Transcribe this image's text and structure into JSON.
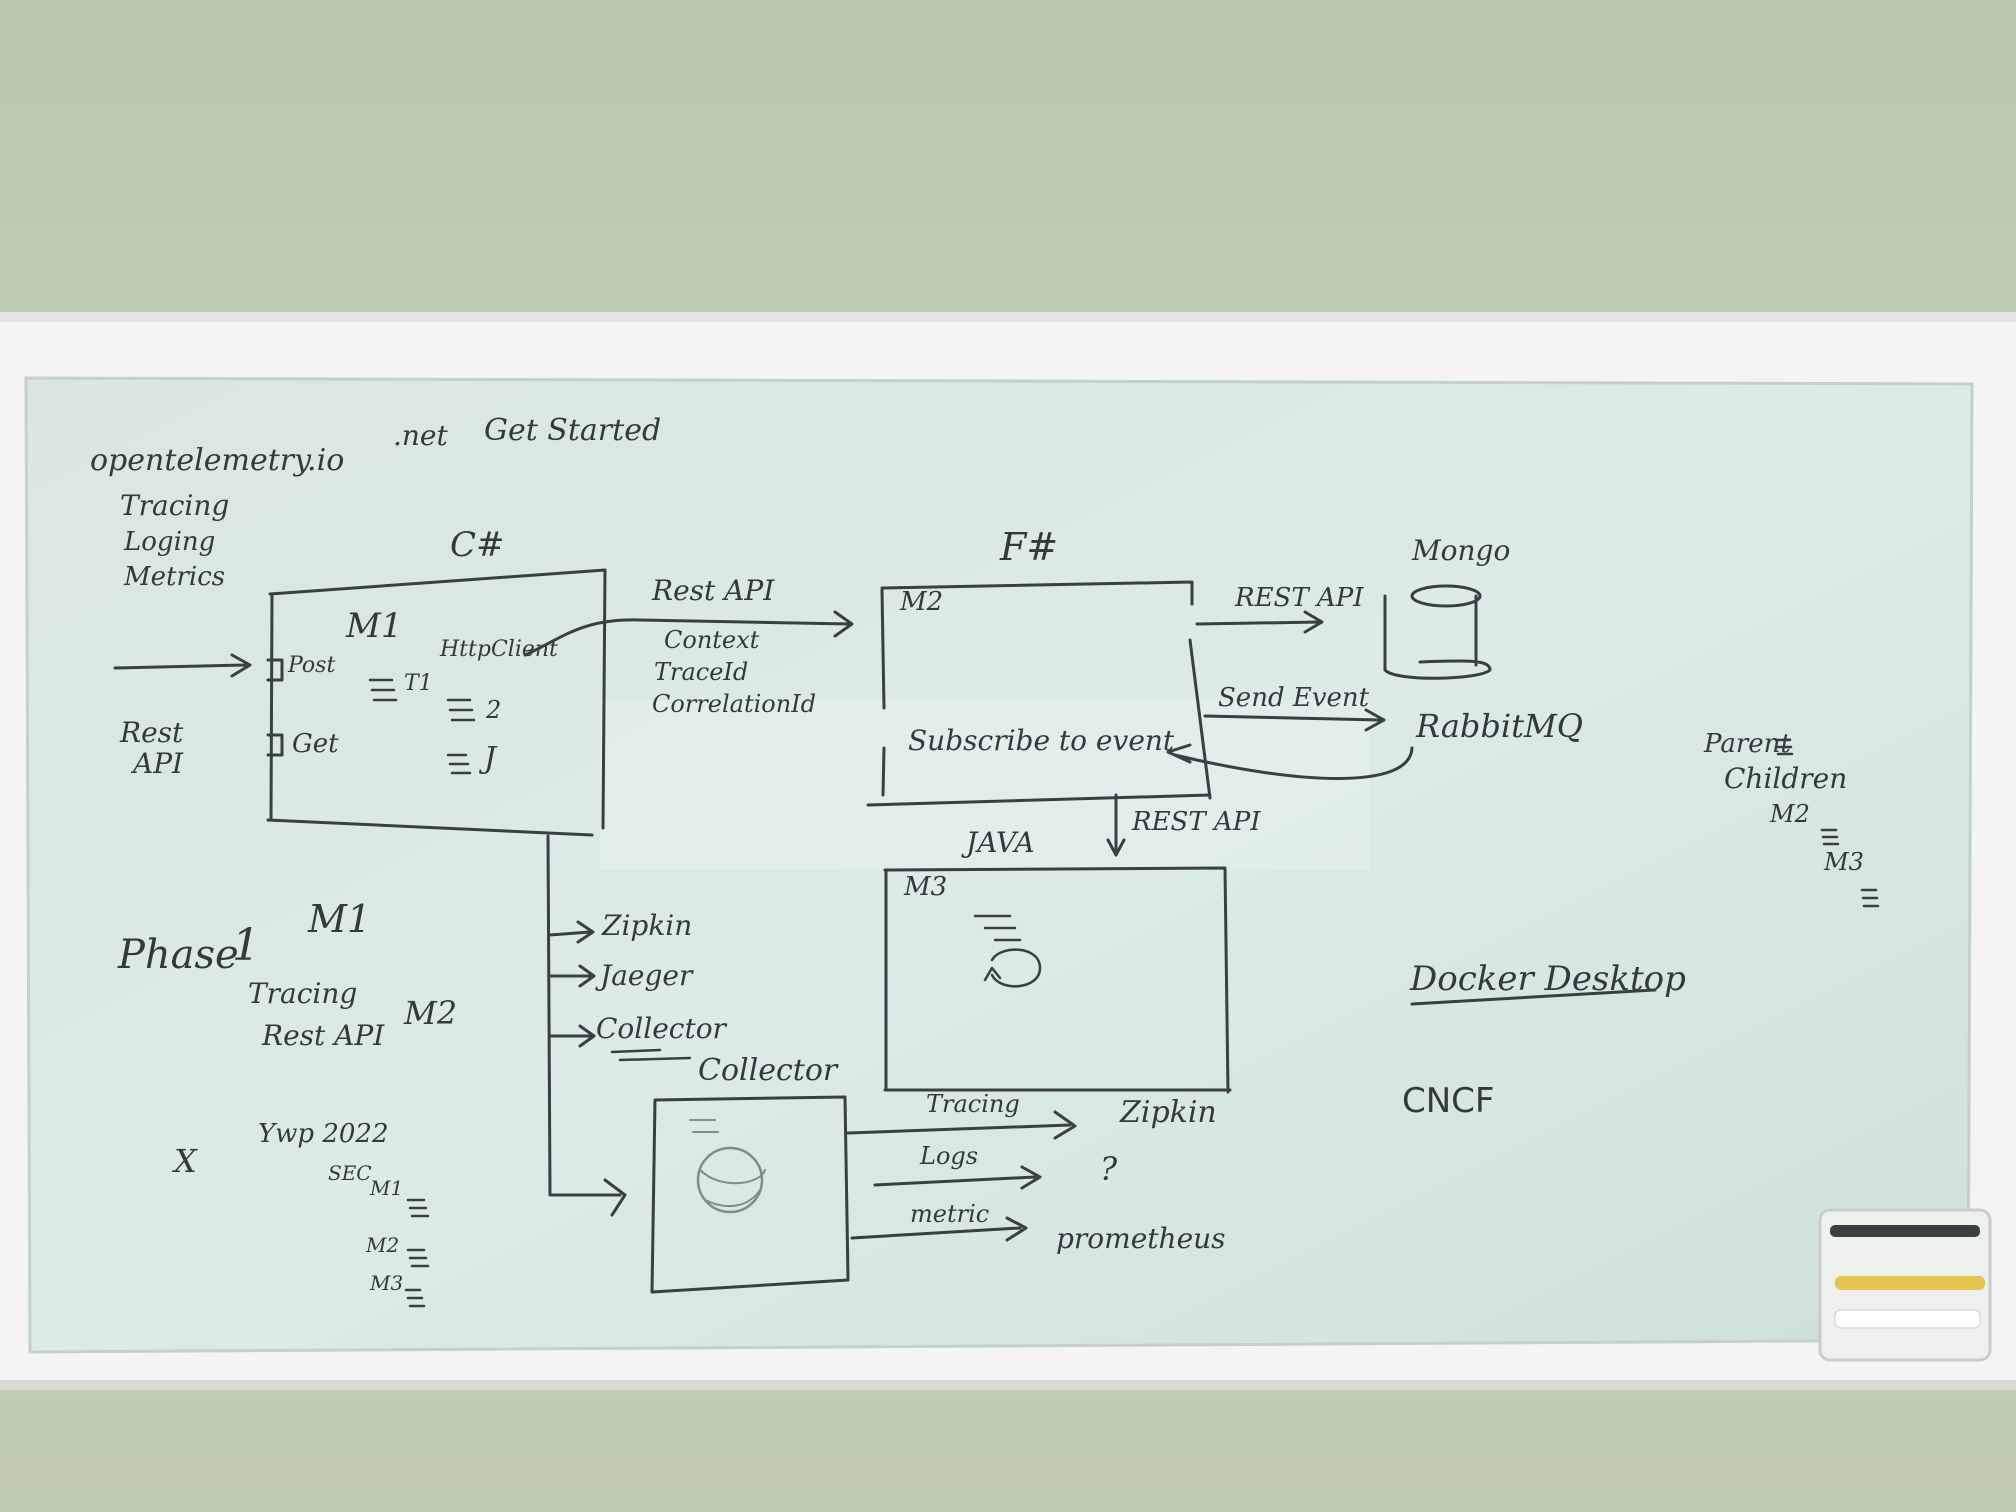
{
  "board": {
    "header": {
      "site": "opentelemetry.io",
      "dotnet": ".net",
      "get_started": "Get Started"
    },
    "signals": [
      "Tracing",
      "Loging",
      "Metrics"
    ],
    "rest_api_left": [
      "Rest",
      "API"
    ],
    "m1": {
      "lang": "C#",
      "label": "M1",
      "post": "Post",
      "get": "Get",
      "httpclient": "HttpClient",
      "t1": "T1",
      "two": "2",
      "three": "J"
    },
    "rest_api_link": {
      "label": "Rest API",
      "items": [
        "Context",
        "TraceId",
        "CorrelationId"
      ]
    },
    "m2": {
      "lang": "F#",
      "label": "M2",
      "subscribe": "Subscribe to event"
    },
    "mongo": {
      "label": "Mongo",
      "rest_api": "REST API"
    },
    "rabbit": {
      "label": "RabbitMQ",
      "send_event": "Send Event"
    },
    "m3": {
      "lang": "JAVA",
      "label": "M3",
      "rest_api": "REST API"
    },
    "exporters": [
      "Zipkin",
      "Jaeger",
      "Collector"
    ],
    "collector": {
      "label": "Collector",
      "outputs": [
        {
          "label": "Tracing",
          "target": "Zipkin"
        },
        {
          "label": "Logs",
          "target": "?"
        },
        {
          "label": "metric",
          "target": "prometheus"
        }
      ]
    },
    "phase": {
      "label": "Phase",
      "number": "1",
      "m1": "M1",
      "tracing": "Tracing",
      "rest_api": "Rest API",
      "m2": "M2"
    },
    "year": {
      "x": "X",
      "label": "Ywp 2022",
      "sec": "SEC",
      "items": [
        "M1",
        "M2",
        "M3"
      ]
    },
    "parent_children": [
      "Parent",
      "Children",
      "M2",
      "M3"
    ],
    "docker": "Docker Desktop",
    "cncf": "CNCF"
  }
}
